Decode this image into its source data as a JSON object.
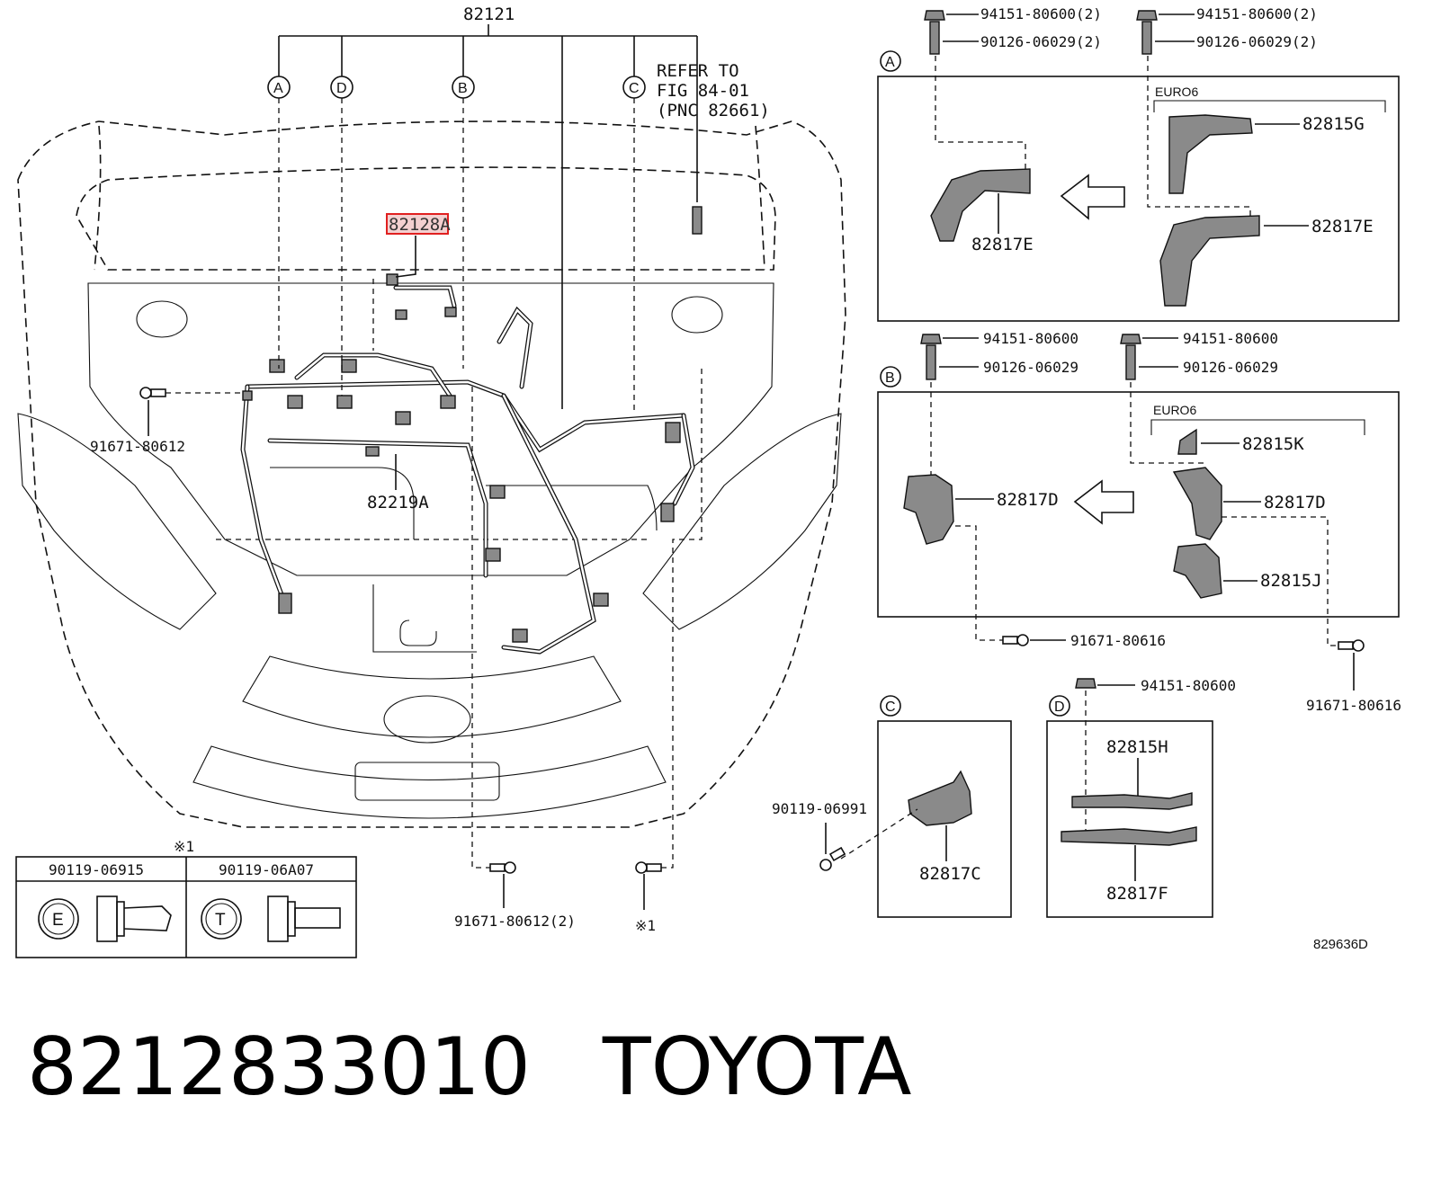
{
  "main": {
    "harness_number": "82121",
    "refer_lines": [
      "REFER TO",
      "FIG 84-01",
      "(PNC 82661)"
    ],
    "highlight_part": "82128A",
    "part_82219A": "82219A",
    "bolt_left": "91671-80612",
    "bolt_bottom": "91671-80612(2)",
    "note_mark_bottom": "※1",
    "callouts": [
      "A",
      "D",
      "B",
      "C"
    ]
  },
  "legend": {
    "note_mark": "※1",
    "items": [
      {
        "part": "90119-06915",
        "symbol": "E"
      },
      {
        "part": "90119-06A07",
        "symbol": "T"
      }
    ]
  },
  "detail_a": {
    "letter": "A",
    "nut1": "94151-80600(2)",
    "stud1": "90126-06029(2)",
    "nut2": "94151-80600(2)",
    "stud2": "90126-06029(2)",
    "euro": "EURO6",
    "parts": [
      "82817E",
      "82815G",
      "82817E"
    ]
  },
  "detail_b": {
    "letter": "B",
    "nut1": "94151-80600",
    "stud1": "90126-06029",
    "nut2": "94151-80600",
    "stud2": "90126-06029",
    "euro": "EURO6",
    "parts": [
      "82817D",
      "82815K",
      "82817D",
      "82815J"
    ],
    "bolt1": "91671-80616",
    "bolt2": "91671-80616"
  },
  "detail_c": {
    "letter": "C",
    "bolt": "90119-06991",
    "part": "82817C"
  },
  "detail_d": {
    "letter": "D",
    "nut": "94151-80600",
    "parts": [
      "82815H",
      "82817F"
    ]
  },
  "figure_code": "829636D",
  "footer": {
    "part_number": "8212833010",
    "brand": "TOYOTA"
  }
}
